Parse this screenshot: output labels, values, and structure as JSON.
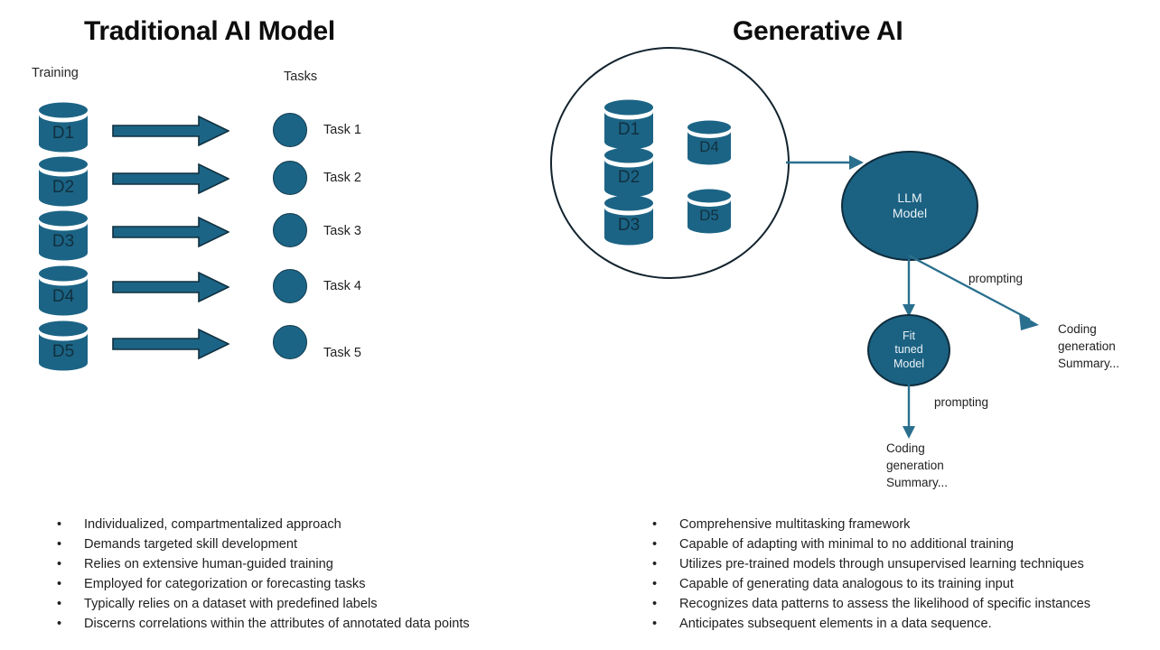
{
  "panels": {
    "traditional": {
      "title": "Traditional AI Model",
      "training_label": "Training",
      "tasks_label": "Tasks",
      "datasets": [
        "D1",
        "D2",
        "D3",
        "D4",
        "D5"
      ],
      "tasks": [
        "Task 1",
        "Task 2",
        "Task 3",
        "Task 4",
        "Task 5"
      ],
      "bullets": [
        "Individualized, compartmentalized approach",
        "Demands targeted skill development",
        "Relies on extensive human-guided training",
        "Employed for categorization or forecasting tasks",
        "Typically relies on a dataset with predefined labels",
        "Discerns correlations within the attributes of annotated data points"
      ]
    },
    "generative": {
      "title": "Generative AI",
      "datasets": [
        "D1",
        "D2",
        "D3",
        "D4",
        "D5"
      ],
      "llm_model_line1": "LLM",
      "llm_model_line2": "Model",
      "fine_tuned_line1": "Fit",
      "fine_tuned_line2": "tuned",
      "fine_tuned_line3": "Model",
      "prompting_label_upper": "prompting",
      "prompting_label_lower": "prompting",
      "output_upper": "Coding generation Summary...",
      "output_lower": "Coding generation Summary...",
      "bullets": [
        "Comprehensive multitasking framework",
        "Capable of adapting with minimal to no additional training",
        "Utilizes pre-trained models through unsupervised learning techniques",
        "Capable of generating data analogous to its training input",
        "Recognizes data patterns to assess the likelihood of specific instances",
        "Anticipates subsequent elements in a data sequence."
      ]
    }
  },
  "bullet_glyph": "•",
  "colors": {
    "database_fill": "#1c6485",
    "database_stroke": "#14455c",
    "node_fill": "#1b6182",
    "node_stroke": "#0f2d3d",
    "arrow_fill": "#1c6485",
    "circle_outline": "#12232e",
    "connector": "#2a6f8e",
    "text": "#1f1f1f",
    "title": "#0d0d0d",
    "background": "#ffffff"
  }
}
